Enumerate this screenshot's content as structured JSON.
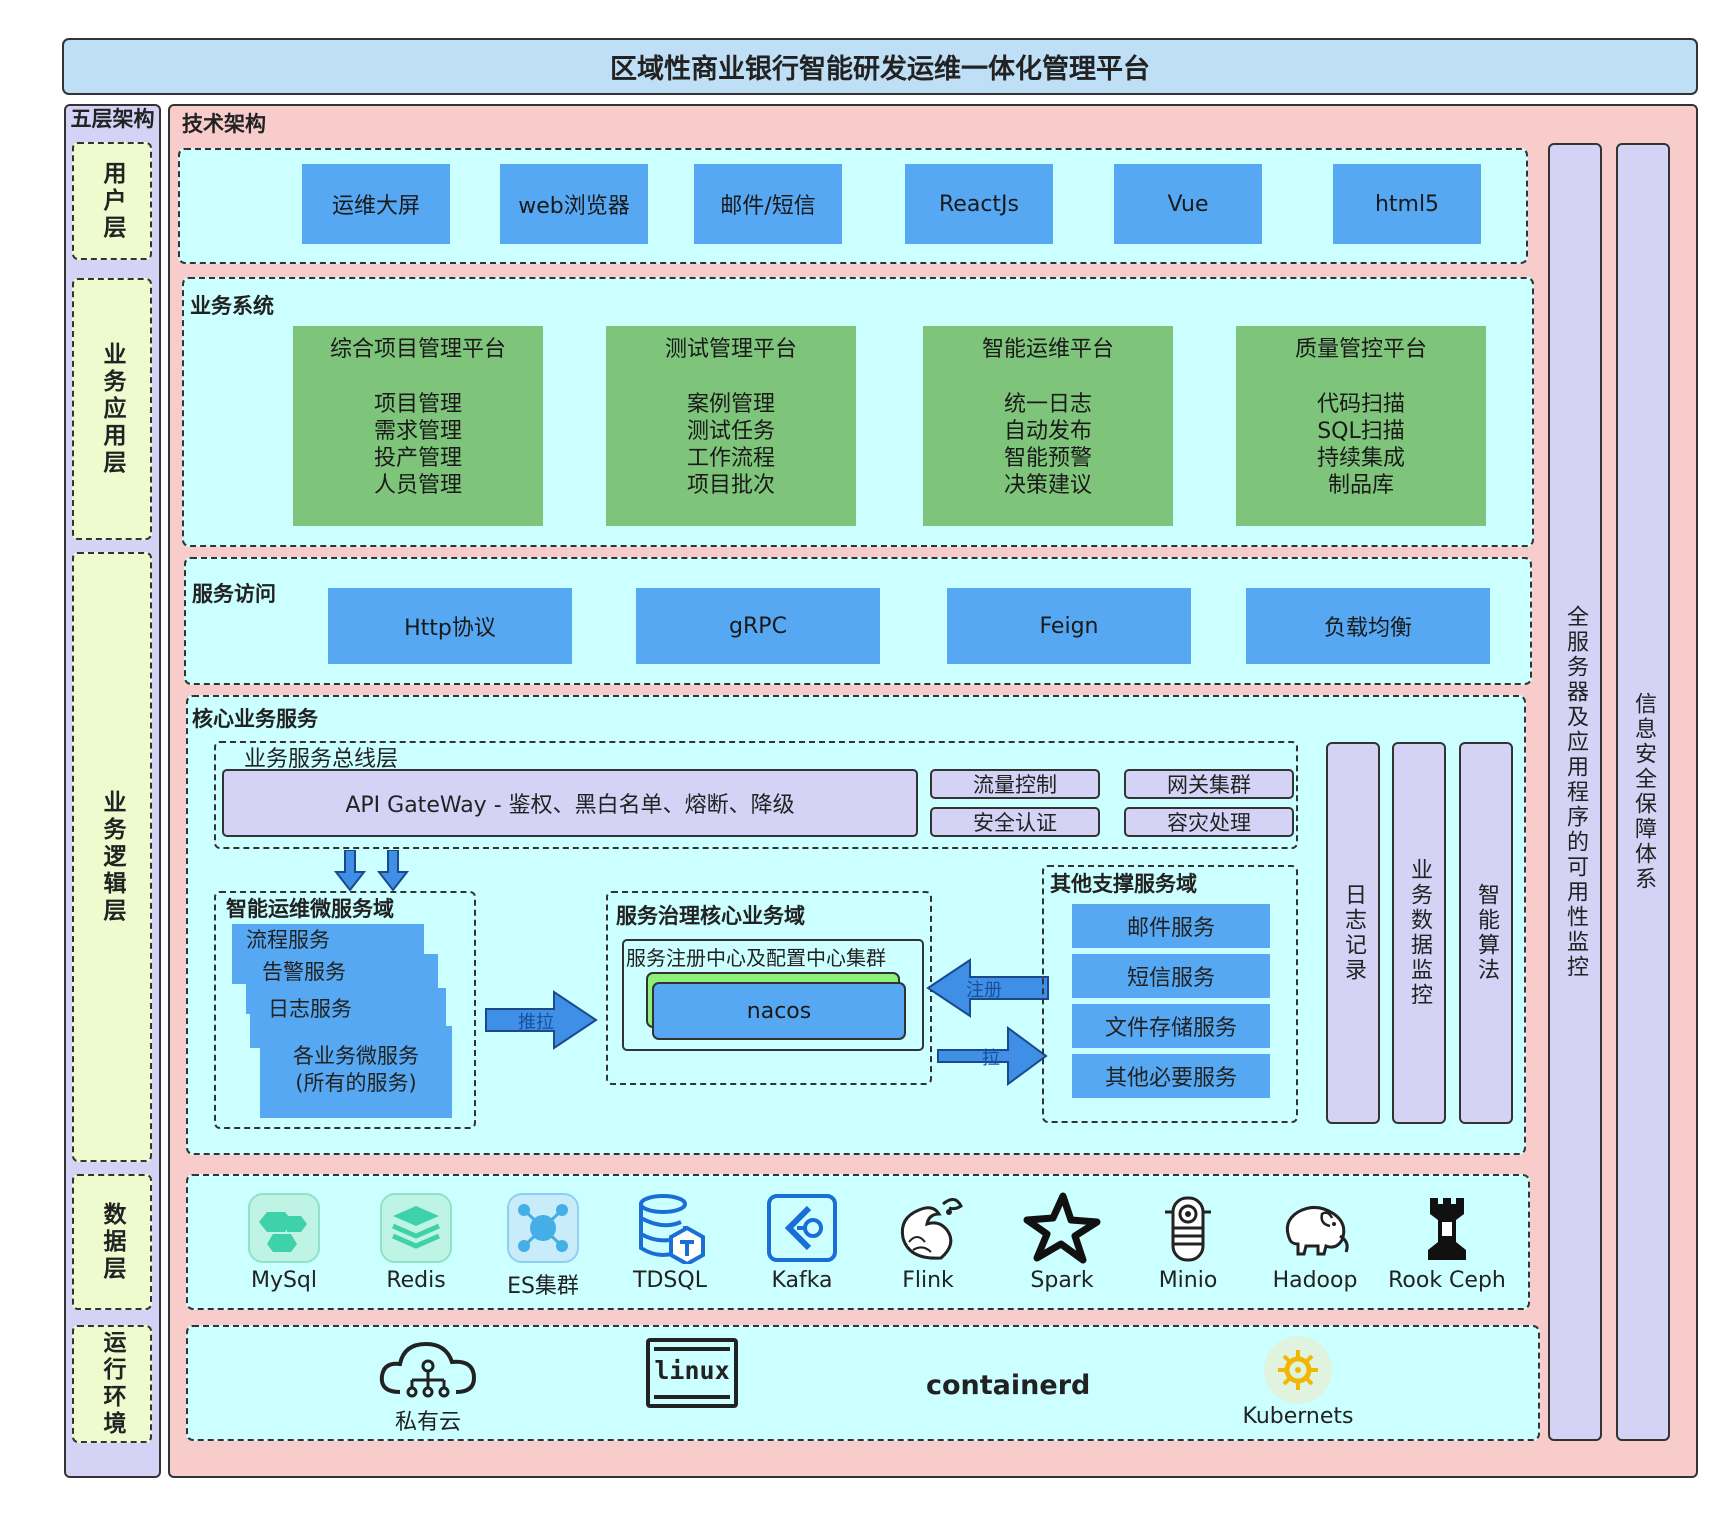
{
  "title": "区域性商业银行智能研发运维一体化管理平台",
  "left": {
    "title": "五层架构",
    "layers": [
      "用户层",
      "业务应用层",
      "业务逻辑层",
      "数据层",
      "运行环境"
    ]
  },
  "main_title": "技术架构",
  "user_layer": {
    "items": [
      "运维大屏",
      "web浏览器",
      "邮件/短信",
      "ReactJs",
      "Vue",
      "html5"
    ]
  },
  "business_system": {
    "label": "业务系统",
    "platforms": [
      {
        "title": "综合项目管理平台",
        "items": [
          "项目管理",
          "需求管理",
          "投产管理",
          "人员管理"
        ]
      },
      {
        "title": "测试管理平台",
        "items": [
          "案例管理",
          "测试任务",
          "工作流程",
          "项目批次"
        ]
      },
      {
        "title": "智能运维平台",
        "items": [
          "统一日志",
          "自动发布",
          "智能预警",
          "决策建议"
        ]
      },
      {
        "title": "质量管控平台",
        "items": [
          "代码扫描",
          "SQL扫描",
          "持续集成",
          "制品库"
        ]
      }
    ]
  },
  "service_access": {
    "label": "服务访问",
    "items": [
      "Http协议",
      "gRPC",
      "Feign",
      "负载均衡"
    ]
  },
  "core": {
    "label": "核心业务服务",
    "bus": {
      "label": "业务服务总线层",
      "gateway": "API GateWay - 鉴权、黑白名单、熔断、降级",
      "items": [
        "流量控制",
        "网关集群",
        "安全认证",
        "容灾处理"
      ]
    },
    "ops_domain": {
      "label": "智能运维微服务域",
      "stack": [
        "流程服务",
        "告警服务",
        "日志服务",
        "各业务微服务",
        "(所有的服务)"
      ]
    },
    "gov_domain": {
      "label": "服务治理核心业务域",
      "sub": "服务注册中心及配置中心集群",
      "nacos": "nacos"
    },
    "support_domain": {
      "label": "其他支撑服务域",
      "items": [
        "邮件服务",
        "短信服务",
        "文件存储服务",
        "其他必要服务"
      ]
    },
    "arrows": {
      "push_pull": "推拉",
      "register": "注册",
      "pull": "拉"
    },
    "columns": [
      "日志记录",
      "业务数据监控",
      "智能算法"
    ]
  },
  "data_layer": {
    "items": [
      "MySql",
      "Redis",
      "ES集群",
      "TDSQL",
      "Kafka",
      "Flink",
      "Spark",
      "Minio",
      "Hadoop",
      "Rook Ceph"
    ]
  },
  "runtime": {
    "items": [
      "私有云",
      "linux",
      "containerd",
      "Kubernets"
    ]
  },
  "right_columns": [
    "全服务器及应用程序的可用性监控",
    "信息安全保障体系"
  ]
}
